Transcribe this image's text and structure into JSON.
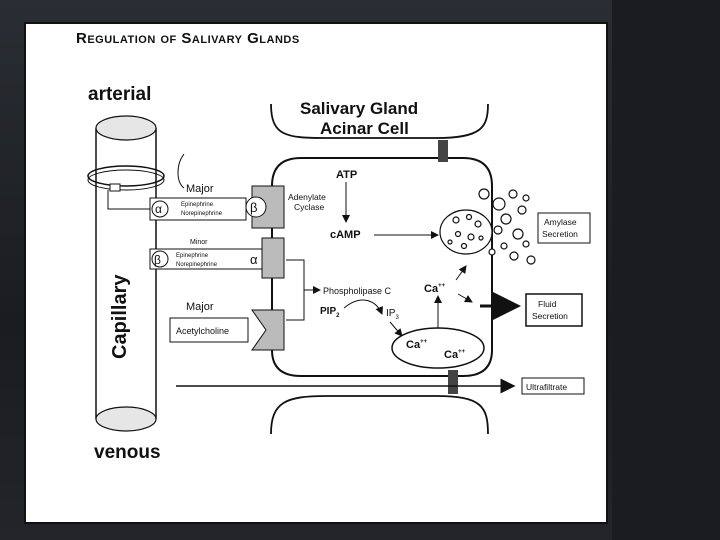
{
  "title": "Regulation of Salivary Glands",
  "labels": {
    "arterial": "arterial",
    "venous": "venous",
    "capillary": "Capillary",
    "cell_title_1": "Salivary Gland",
    "cell_title_2": "Acinar Cell",
    "major_1": "Major",
    "minor": "Minor",
    "major_2": "Major",
    "alpha": "α",
    "beta": "β",
    "epi_ne_1a": "Epinephrine",
    "epi_ne_1b": "Norepinephrine",
    "epi_ne_2a": "Epinephrine",
    "epi_ne_2b": "Norepinephrine",
    "acetylcholine": "Acetylcholine",
    "adenylate_1": "Adenylate",
    "adenylate_2": "Cyclase",
    "atp": "ATP",
    "camp": "cAMP",
    "phospholipase": "Phospholipase C",
    "pip2": "PIP",
    "pip2_sub": "2",
    "ip3": "IP",
    "ip3_sub": "3",
    "ca_top": "Ca",
    "ca_top_sup": "++",
    "ca_store_1": "Ca",
    "ca_store_1_sup": "++",
    "ca_store_2": "Ca",
    "ca_store_2_sup": "++",
    "amylase_1": "Amylase",
    "amylase_2": "Secretion",
    "fluid_1": "Fluid",
    "fluid_2": "Secretion",
    "ultrafiltrate": "Ultrafiltrate"
  }
}
